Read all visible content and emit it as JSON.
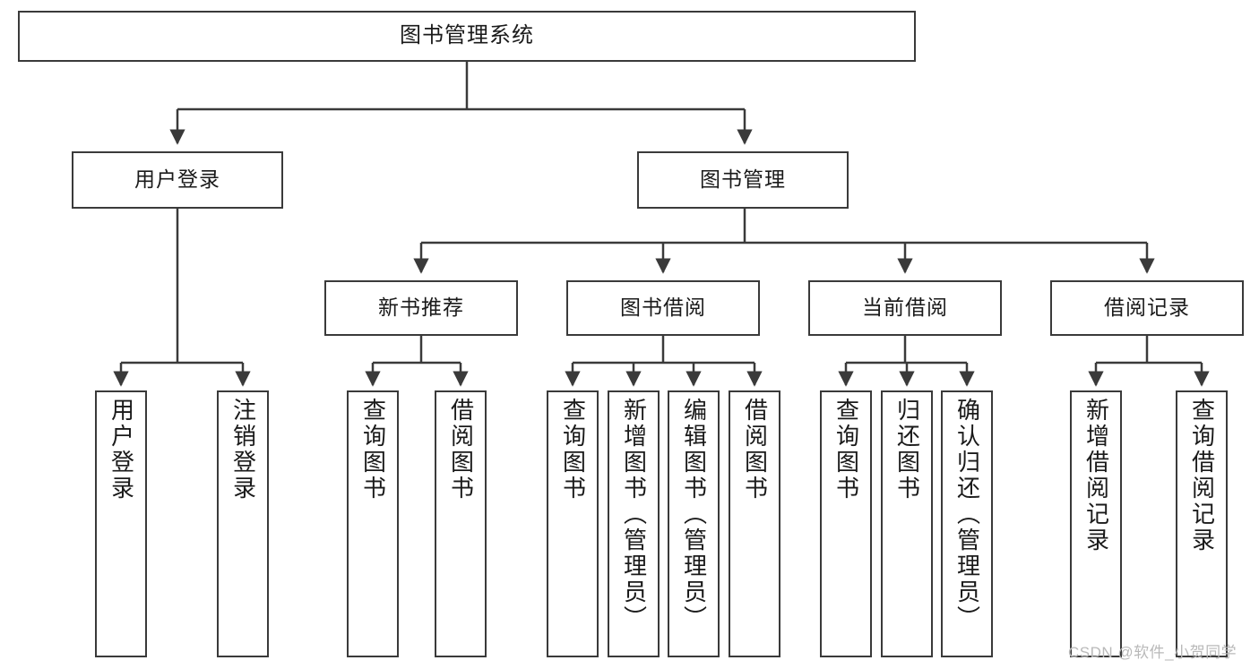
{
  "diagram": {
    "title": "图书管理系统",
    "stroke_color": "#3a3a3a",
    "text_color": "#1a1a1a",
    "background": "#ffffff",
    "levels": {
      "root": {
        "label": "图书管理系统"
      },
      "level2": [
        {
          "label": "用户登录"
        },
        {
          "label": "图书管理"
        }
      ],
      "level3": [
        {
          "label": "新书推荐"
        },
        {
          "label": "图书借阅"
        },
        {
          "label": "当前借阅"
        },
        {
          "label": "借阅记录"
        }
      ],
      "leaves": {
        "user_login": [
          {
            "label": "用户登录"
          },
          {
            "label": "注销登录"
          }
        ],
        "new_book_recommend": [
          {
            "label": "查询图书"
          },
          {
            "label": "借阅图书"
          }
        ],
        "book_borrow": [
          {
            "label": "查询图书"
          },
          {
            "label": "新增图书（管理员）"
          },
          {
            "label": "编辑图书（管理员）"
          },
          {
            "label": "借阅图书"
          }
        ],
        "current_borrow": [
          {
            "label": "查询图书"
          },
          {
            "label": "归还图书"
          },
          {
            "label": "确认归还（管理员）"
          }
        ],
        "borrow_record": [
          {
            "label": "新增借阅记录"
          },
          {
            "label": "查询借阅记录"
          }
        ]
      }
    }
  },
  "watermark": {
    "text": "CSDN @软件_小贺同学",
    "color": "#b9b9b9"
  }
}
